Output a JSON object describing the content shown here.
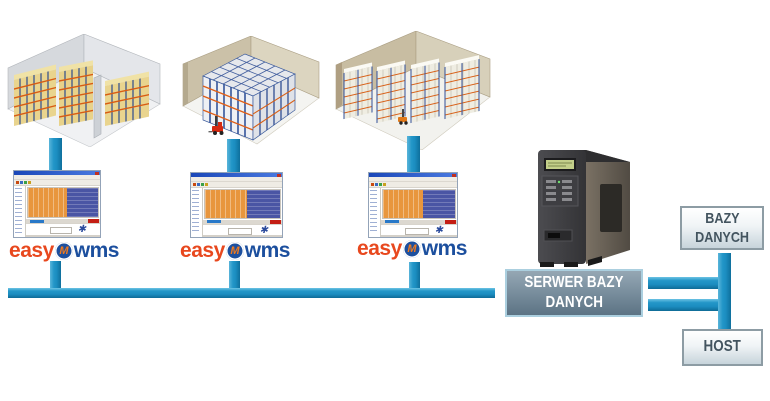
{
  "diagram": {
    "title_meaning": "Easy WMS multi-warehouse architecture",
    "logo": {
      "easy": "easy",
      "m": "M",
      "wms": "wms",
      "easy_color": "#e8481e",
      "wms_color": "#1c4f9e"
    },
    "server_box": {
      "line1": "SERWER BAZY",
      "line2": "DANYCH"
    },
    "database_box": {
      "line1": "BAZY",
      "line2": "DANYCH"
    },
    "host_box": {
      "label": "HOST"
    },
    "colors": {
      "connector_blue": "#1b8dc0",
      "server_box_bg": "#7b909f",
      "light_box_text": "#43545f",
      "map_orange": "#e8963e",
      "map_indigo": "#4a55a4"
    },
    "icons": {
      "warehouse-1-icon": "isometric warehouse with yellow pallet boxes on racking",
      "warehouse-2-icon": "isometric warehouse with drive-in racking and red forklift",
      "warehouse-3-icon": "isometric warehouse with rows of racks holding white boxes",
      "server-tower-icon": "black database server tower with green LCD",
      "wms-screenshot-icon": "warehouse management software window with orange and indigo location map",
      "easywms-orb-icon": "blue circle with orange M mark"
    }
  }
}
